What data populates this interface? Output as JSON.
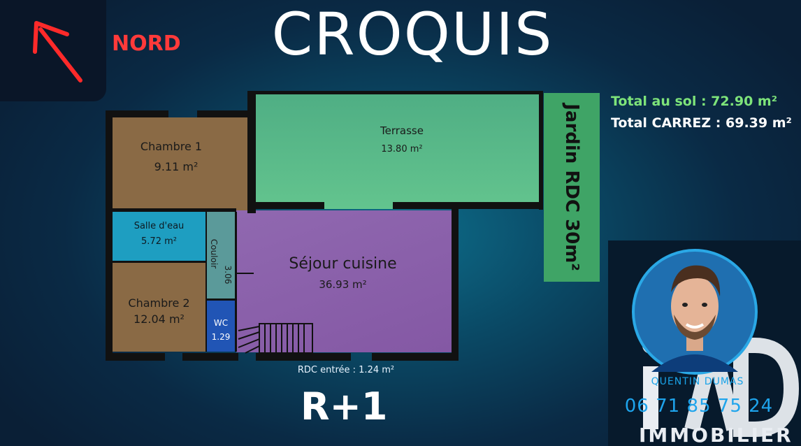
{
  "title": "CROQUIS",
  "north_label": "NORD",
  "floor_label": "R+1",
  "totals": {
    "sol": "Total au sol : 72.90 m²",
    "carrez": "Total CARREZ : 69.39 m²"
  },
  "garden": "Jardin RDC 30m²",
  "rooms": {
    "chambre1": {
      "name": "Chambre 1",
      "area": "9.11 m²"
    },
    "terrasse": {
      "name": "Terrasse",
      "area": "13.80 m²"
    },
    "salle_eau": {
      "name": "Salle d'eau",
      "area": "5.72 m²"
    },
    "couloir": {
      "name": "Couloir",
      "area": "3.06"
    },
    "sejour": {
      "name": "Séjour cuisine",
      "area": "36.93 m²"
    },
    "chambre2": {
      "name": "Chambre 2",
      "area": "12.04 m²"
    },
    "wc": {
      "name": "WC",
      "area": "1.29"
    }
  },
  "entree": "RDC entrée : 1.24 m²",
  "agent": {
    "name": "QUENTIN DUMAS",
    "phone": "06 71 85 75 24",
    "brand_logo": "iAD",
    "brand_sub": "IMMOBILIER"
  },
  "colors": {
    "chambre1": "#8a6a45",
    "terrasse": "#5cb98a",
    "salle_eau": "#1e9ec1",
    "couloir": "#5b9a9a",
    "sejour": "#8a63a8",
    "chambre2": "#8a6a45",
    "wc": "#2155b5",
    "garden": "#3fa466",
    "north_arrow": "#ff2a2a"
  },
  "icons": [
    "north-arrow-icon",
    "agent-photo",
    "iad-logo"
  ]
}
